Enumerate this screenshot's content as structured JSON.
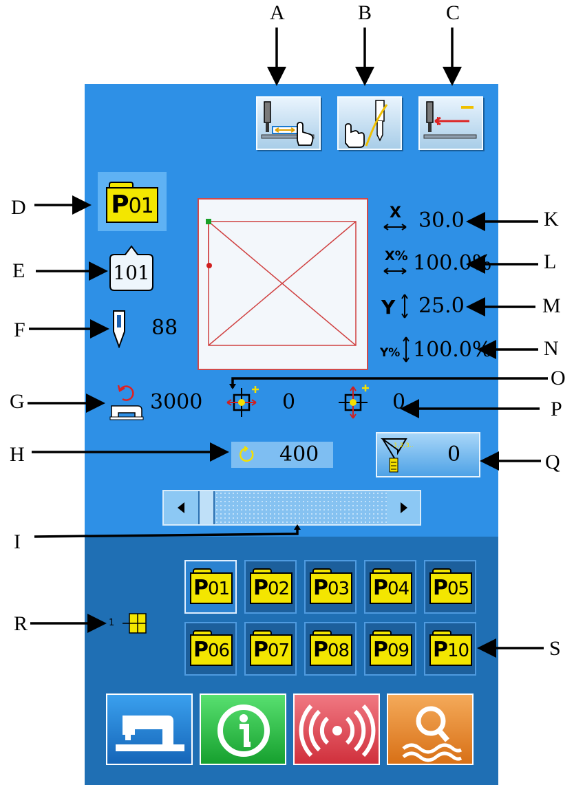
{
  "callouts": {
    "a": "A",
    "b": "B",
    "c": "C",
    "d": "D",
    "e": "E",
    "f": "F",
    "g": "G",
    "h": "H",
    "i": "I",
    "k": "K",
    "l": "L",
    "m": "M",
    "n": "N",
    "o": "O",
    "p": "P",
    "q": "Q",
    "r": "R",
    "s": "S"
  },
  "toolbar": {
    "icons": [
      "presser-move-icon",
      "manual-needle-icon",
      "thread-trim-icon"
    ]
  },
  "current_pattern": {
    "label": "P01",
    "prefix": "P",
    "number": "01"
  },
  "pattern_no": "101",
  "needle_count": "88",
  "params": {
    "x_size": "30.0",
    "x_scale": "100.0%",
    "y_size": "25.0",
    "y_scale": "100.0%"
  },
  "speed": "3000",
  "origin_x": "0",
  "origin_y": "0",
  "speed_limit": "400",
  "counter": "0",
  "counter_icon_text": "1,2,3..",
  "register_page_label": "1",
  "patterns": [
    {
      "prefix": "P",
      "number": "01"
    },
    {
      "prefix": "P",
      "number": "02"
    },
    {
      "prefix": "P",
      "number": "03"
    },
    {
      "prefix": "P",
      "number": "04"
    },
    {
      "prefix": "P",
      "number": "05"
    },
    {
      "prefix": "P",
      "number": "06"
    },
    {
      "prefix": "P",
      "number": "07"
    },
    {
      "prefix": "P",
      "number": "08"
    },
    {
      "prefix": "P",
      "number": "09"
    },
    {
      "prefix": "P",
      "number": "10"
    }
  ],
  "selected_pattern_index": 0,
  "colors": {
    "panel_top": "#2e90e6",
    "panel_bottom": "#1f6fb4",
    "folder": "#f3e600",
    "sew_button": "#1e7fd8",
    "info_button": "#22b53a",
    "comm_button": "#e0424e",
    "search_button": "#e8892c"
  },
  "bottom_buttons": [
    "sewing-machine-icon",
    "info-icon",
    "communication-icon",
    "pattern-search-icon"
  ]
}
